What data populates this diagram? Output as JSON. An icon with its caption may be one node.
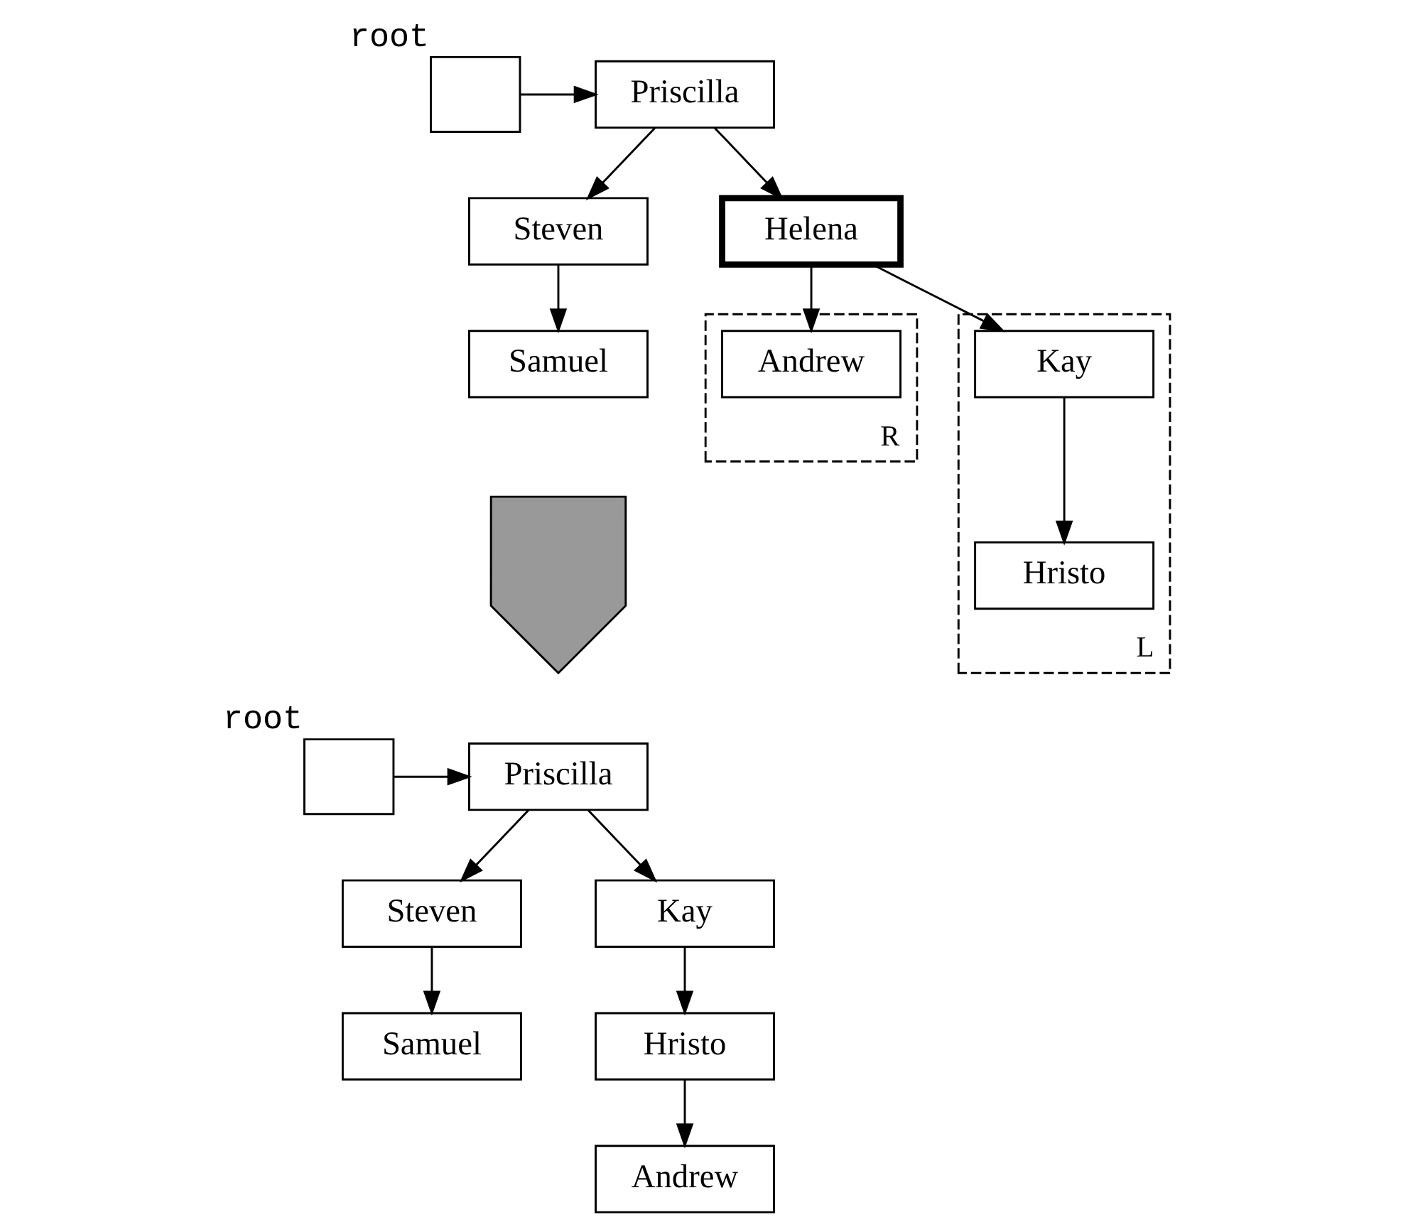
{
  "diagram": {
    "nodes": [
      {
        "text": [],
        "shape": "box",
        "beside": [
          "root"
        ]
      },
      {
        "text": [
          "Priscilla"
        ]
      },
      {
        "text": [
          "Steven"
        ]
      },
      {
        "text": [
          "Samuel"
        ]
      },
      {
        "text": [
          "Helena"
        ]
      },
      {
        "text": [
          "L"
        ]
      },
      {
        "text": [
          "Kay"
        ],
        "in": 5
      },
      {
        "text": [
          "Hristo"
        ],
        "in": 5
      },
      {
        "text": [
          "R"
        ]
      },
      {
        "text": [
          "Andrew"
        ],
        "in": 8
      },
      {
        "text": [],
        "shape": "arrow"
      },
      {
        "text": [],
        "shape": "box",
        "beside": [
          "root"
        ]
      },
      {
        "text": [
          "Priscilla"
        ]
      },
      {
        "text": [
          "Steven"
        ]
      },
      {
        "text": [
          "Samuel"
        ]
      },
      {
        "text": [
          "Kay"
        ]
      },
      {
        "text": [
          "Hristo"
        ]
      },
      {
        "text": [
          "Andrew"
        ]
      }
    ],
    "edges": [
      {
        "from": 0,
        "to": 1,
        "arrow": "to"
      },
      {
        "from": 1,
        "to": 2,
        "arrow": "to"
      },
      {
        "from": 1,
        "to": 4,
        "arrow": "to"
      },
      {
        "from": 2,
        "to": 3,
        "arrow": "to"
      },
      {
        "from": 4,
        "to": 6,
        "arrow": "to"
      },
      {
        "from": 4,
        "to": 9,
        "arrow": "to"
      },
      {
        "from": 6,
        "to": 7,
        "arrow": "to"
      },
      {
        "from": 11,
        "to": 12,
        "arrow": "to"
      },
      {
        "from": 12,
        "to": 13,
        "arrow": "to"
      },
      {
        "from": 12,
        "to": 15,
        "arrow": "to"
      },
      {
        "from": 13,
        "to": 14,
        "arrow": "to"
      },
      {
        "from": 15,
        "to": 16,
        "arrow": "to"
      },
      {
        "from": 16,
        "to": 17,
        "arrow": "to"
      }
    ]
  }
}
